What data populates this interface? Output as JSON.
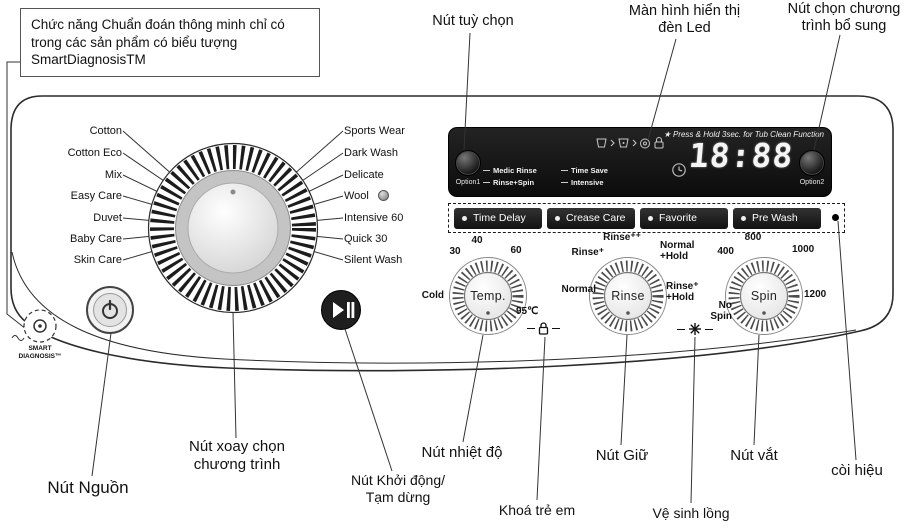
{
  "callout": {
    "text": "Chức năng Chuẩn đoán thông minh chỉ có trong các sản phẩm có biểu tượng SmartDiagnosisTM"
  },
  "top_labels": {
    "option_button": "Nút tuỳ chọn",
    "led_display_1": "Màn hình hiển thị",
    "led_display_2": "đèn Led",
    "extra_program_1": "Nút chọn chương",
    "extra_program_2": "trình bổ sung"
  },
  "programs": {
    "left": [
      "Cotton",
      "Cotton Eco",
      "Mix",
      "Easy Care",
      "Duvet",
      "Baby Care",
      "Skin Care"
    ],
    "right": [
      "Sports Wear",
      "Dark Wash",
      "Delicate",
      "Wool",
      "Intensive 60",
      "Quick 30",
      "Silent Wash"
    ]
  },
  "display": {
    "note": "★ Press & Hold 3sec. for Tub Clean Function",
    "option1": "Option1",
    "option2": "Option2",
    "time": "18:88",
    "indicators": [
      "Medic Rinse",
      "Time Save",
      "Rinse+Spin",
      "Intensive"
    ]
  },
  "option_row": [
    "Time Delay",
    "Crease Care",
    "Favorite",
    "Pre Wash"
  ],
  "knobs": {
    "temp": {
      "label": "Temp.",
      "cold": "Cold",
      "t30": "30",
      "t40": "40",
      "t60": "60",
      "t95": "95℃"
    },
    "rinse": {
      "label": "Rinse",
      "normal": "Normal",
      "plus": "Rinse⁺",
      "plusplus": "Rinse⁺⁺",
      "nh1": "Normal",
      "nh2": "+Hold",
      "rh1": "Rinse⁺",
      "rh2": "+Hold"
    },
    "spin": {
      "label": "Spin",
      "s400": "400",
      "s800": "800",
      "s1000": "1000",
      "s1200": "1200",
      "no1": "No",
      "no2": "Spin"
    }
  },
  "bottom_labels": {
    "power": "Nút Nguồn",
    "dial_1": "Nút xoay chọn",
    "dial_2": "chương trình",
    "start_1": "Nút Khởi động/",
    "start_2": "Tạm dừng",
    "temp": "Nút nhiệt độ",
    "child_lock": "Khoá trẻ em",
    "hold": "Nút Giữ",
    "tub_clean": "Vệ sinh lồng",
    "spin": "Nút vắt",
    "beeper": "còi hiệu"
  },
  "smart_diagnosis": {
    "line1": "SMART",
    "line2": "DIAGNOSIS™"
  }
}
